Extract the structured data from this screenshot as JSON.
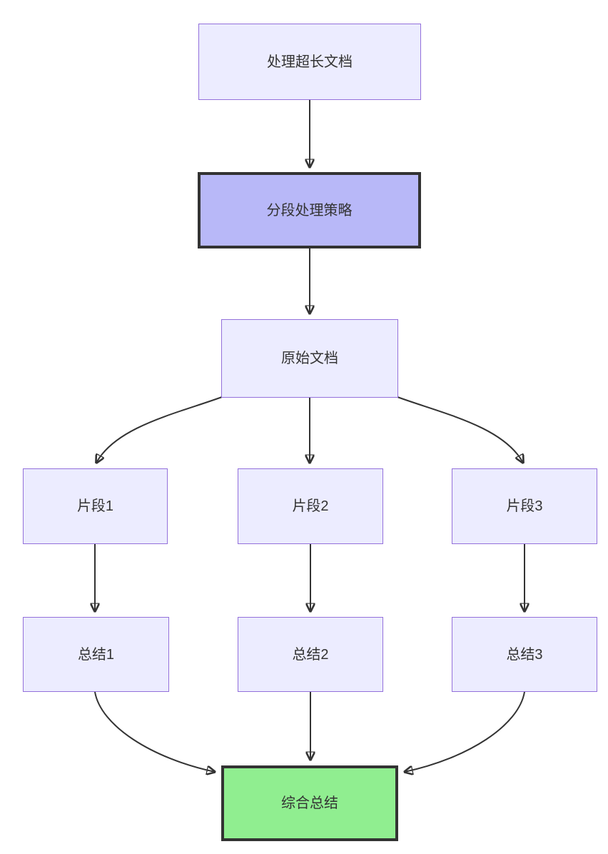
{
  "diagram": {
    "type": "flowchart",
    "direction": "top-down",
    "colors": {
      "bg": "#ffffff",
      "node_fill": "#ECECFF",
      "node_border": "#9370DB",
      "strategy_fill": "#B8B8F8",
      "strategy_border": "#333333",
      "result_fill": "#90EE90",
      "result_border": "#333333",
      "edge": "#333333",
      "text": "#333333"
    },
    "nodes": [
      {
        "id": "long-doc",
        "label": "处理超长文档",
        "style": "default"
      },
      {
        "id": "strategy",
        "label": "分段处理策略",
        "style": "emphasis"
      },
      {
        "id": "original",
        "label": "原始文档",
        "style": "default"
      },
      {
        "id": "chunk-1",
        "label": "片段1",
        "style": "default"
      },
      {
        "id": "chunk-2",
        "label": "片段2",
        "style": "default"
      },
      {
        "id": "chunk-3",
        "label": "片段3",
        "style": "default"
      },
      {
        "id": "summary-1",
        "label": "总结1",
        "style": "default"
      },
      {
        "id": "summary-2",
        "label": "总结2",
        "style": "default"
      },
      {
        "id": "summary-3",
        "label": "总结3",
        "style": "default"
      },
      {
        "id": "final",
        "label": "综合总结",
        "style": "result"
      }
    ],
    "edges": [
      {
        "from": "long-doc",
        "to": "strategy"
      },
      {
        "from": "strategy",
        "to": "original"
      },
      {
        "from": "original",
        "to": "chunk-1"
      },
      {
        "from": "original",
        "to": "chunk-2"
      },
      {
        "from": "original",
        "to": "chunk-3"
      },
      {
        "from": "chunk-1",
        "to": "summary-1"
      },
      {
        "from": "chunk-2",
        "to": "summary-2"
      },
      {
        "from": "chunk-3",
        "to": "summary-3"
      },
      {
        "from": "summary-1",
        "to": "final"
      },
      {
        "from": "summary-2",
        "to": "final"
      },
      {
        "from": "summary-3",
        "to": "final"
      }
    ]
  }
}
